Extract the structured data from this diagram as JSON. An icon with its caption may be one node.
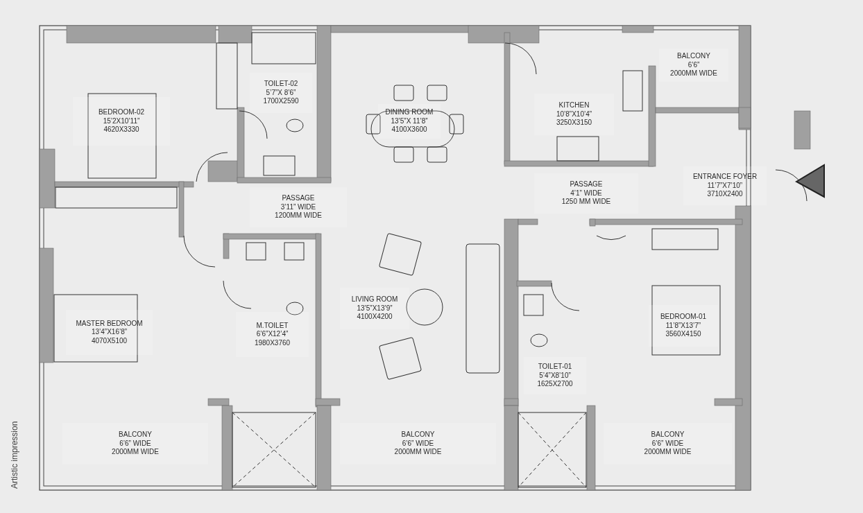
{
  "diagram": {
    "nodes": [
      {
        "text": [
          "BEDROOM-02",
          "15’2X10’11”",
          "4620X3330"
        ]
      },
      {
        "text": [
          "TOILET-02",
          "5’7”X 8’6”",
          "1700X2590"
        ]
      },
      {
        "text": [
          "DINING ROOM",
          "13’5”X 11’8”",
          "4100X3600"
        ]
      },
      {
        "text": [
          "KITCHEN",
          "10’8”X10’4”",
          "3250X3150"
        ]
      },
      {
        "text": [
          "BALCONY",
          "6’6”",
          "2000MM WIDE"
        ]
      },
      {
        "text": [
          "PASSAGE",
          "3’11” WIDE",
          "1200MM WIDE"
        ]
      },
      {
        "text": [
          "PASSAGE",
          "4’1” WIDE",
          "1250 MM WIDE"
        ]
      },
      {
        "text": [
          "ENTRANCE FOYER",
          "11’7”X7’10”",
          "3710X2400"
        ]
      },
      {
        "text": [
          "LIVING ROOM",
          "13’5”X13’9”",
          "4100X4200"
        ]
      },
      {
        "text": [
          "M.TOILET",
          "6’6”X12’4”",
          "1980X3760"
        ]
      },
      {
        "text": [
          "MASTER BEDROOM",
          "13’4”X16’8”",
          "4070X5100"
        ]
      },
      {
        "text": [
          "BEDROOM-01",
          "11’8”X13’7”",
          "3560X4150"
        ]
      },
      {
        "text": [
          "TOILET-01",
          "5’4”X8’10”",
          "1625X2700"
        ]
      },
      {
        "text": [
          "BALCONY",
          "6’6” WIDE",
          "2000MM WIDE"
        ]
      },
      {
        "text": [
          "BALCONY",
          "6’6” WIDE",
          "2000MM WIDE"
        ]
      },
      {
        "text": [
          "BALCONY",
          "6’6” WIDE",
          "2000MM WIDE"
        ]
      }
    ],
    "labels": [
      "Artistic impression"
    ]
  }
}
